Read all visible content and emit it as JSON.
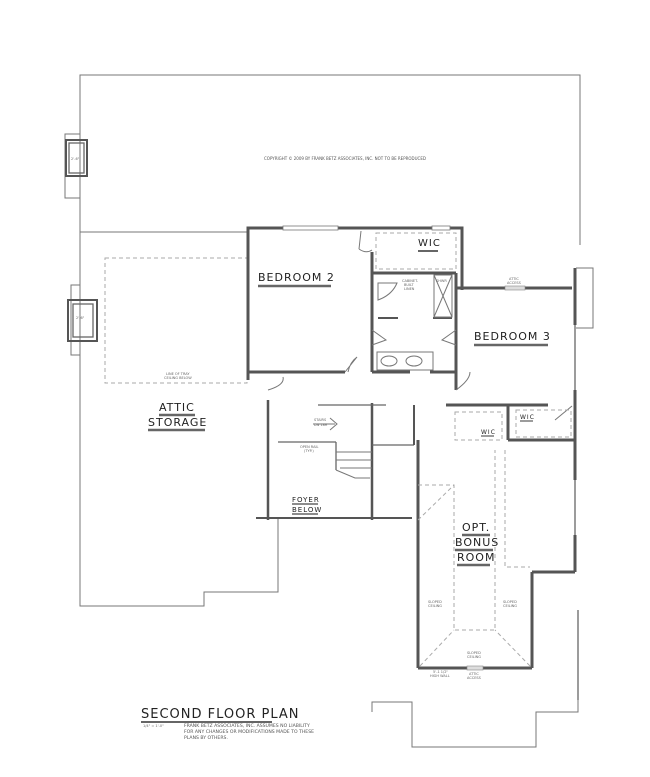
{
  "drawing": {
    "title": "SECOND FLOOR PLAN",
    "scale": "1/4\" = 1'-0\"",
    "copyright": "COPYRIGHT © 2009 BY FRANK BETZ ASSOCIATES, INC. NOT TO BE REPRODUCED",
    "disclaimer": [
      "FRANK BETZ ASSOCIATES, INC. ASSUMES NO LIABILITY",
      "FOR ANY CHANGES OR MODIFICATIONS MADE TO THESE",
      "PLANS BY OTHERS."
    ]
  },
  "rooms": {
    "bedroom2": "BEDROOM 2",
    "bedroom3": "BEDROOM 3",
    "wic_bed2": "WIC",
    "wic_bed3_a": "WIC",
    "wic_bed3_b": "WIC",
    "attic_line1": "ATTIC",
    "attic_line2": "STORAGE",
    "foyer_line1": "FOYER",
    "foyer_line2": "BELOW",
    "bonus_line1": "OPT.",
    "bonus_line2": "BONUS",
    "bonus_line3": "ROOM"
  },
  "annotations": {
    "chimney_top": "2'-6\"",
    "chimney_mid": "2'-6\"",
    "tray_line1": "LINE OF TRAY",
    "tray_line2": "CEILING BELOW",
    "cabinet_line1": "CABINET-",
    "cabinet_line2": "BUILT",
    "cabinet_line3": "LINEN",
    "shower": "SHWR",
    "attic_access_top_1": "ATTIC",
    "attic_access_top_2": "ACCESS",
    "stairs_line1": "STAIRS",
    "stairs_line2": "DN 18R",
    "open_rail_1": "OPEN RAIL",
    "open_rail_2": "(TYP.)",
    "sloped_left_1": "SLOPED",
    "sloped_left_2": "CEILING",
    "sloped_right_1": "SLOPED",
    "sloped_right_2": "CEILING",
    "sloped_bottom_1": "SLOPED",
    "sloped_bottom_2": "CEILING",
    "high_wall_1": "5'-1 1/2\"",
    "high_wall_2": "HIGH WALL",
    "attic_access_bot_1": "ATTIC",
    "attic_access_bot_2": "ACCESS"
  }
}
